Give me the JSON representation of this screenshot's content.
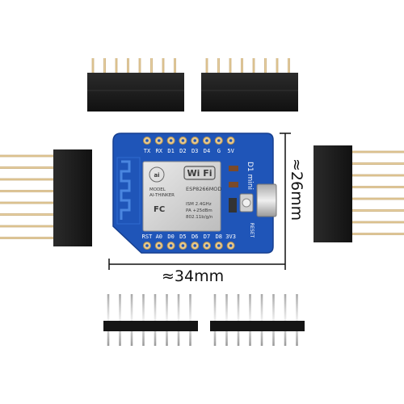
{
  "dimensions": {
    "width_label": "≈34mm",
    "height_label": "≈26mm"
  },
  "board": {
    "model_label": "D1 mini",
    "reset_label": "RESET",
    "top_pins": [
      "TX",
      "RX",
      "D1",
      "D2",
      "D3",
      "D4",
      "G",
      "5V"
    ],
    "bottom_pins": [
      "RST",
      "A0",
      "D0",
      "D5",
      "D6",
      "D7",
      "D8",
      "3V3"
    ],
    "module": {
      "wifi_label": "Wi Fi",
      "chip_label": "ESP8266MOD",
      "vendor_label": "AI-THINKER",
      "model_small": "MODEL",
      "ism_label": "ISM 2.4GHz",
      "pa_label": "PA +25dBm",
      "standard_label": "802.11b/g/n",
      "fc_label": "FC"
    }
  },
  "colors": {
    "pcb_blue": "#1f55b8",
    "pcb_edge": "#163f8f",
    "header_black": "#1b1b1b",
    "pin_gold": "#d8b878",
    "shield_silver": "#d9d9d9"
  }
}
